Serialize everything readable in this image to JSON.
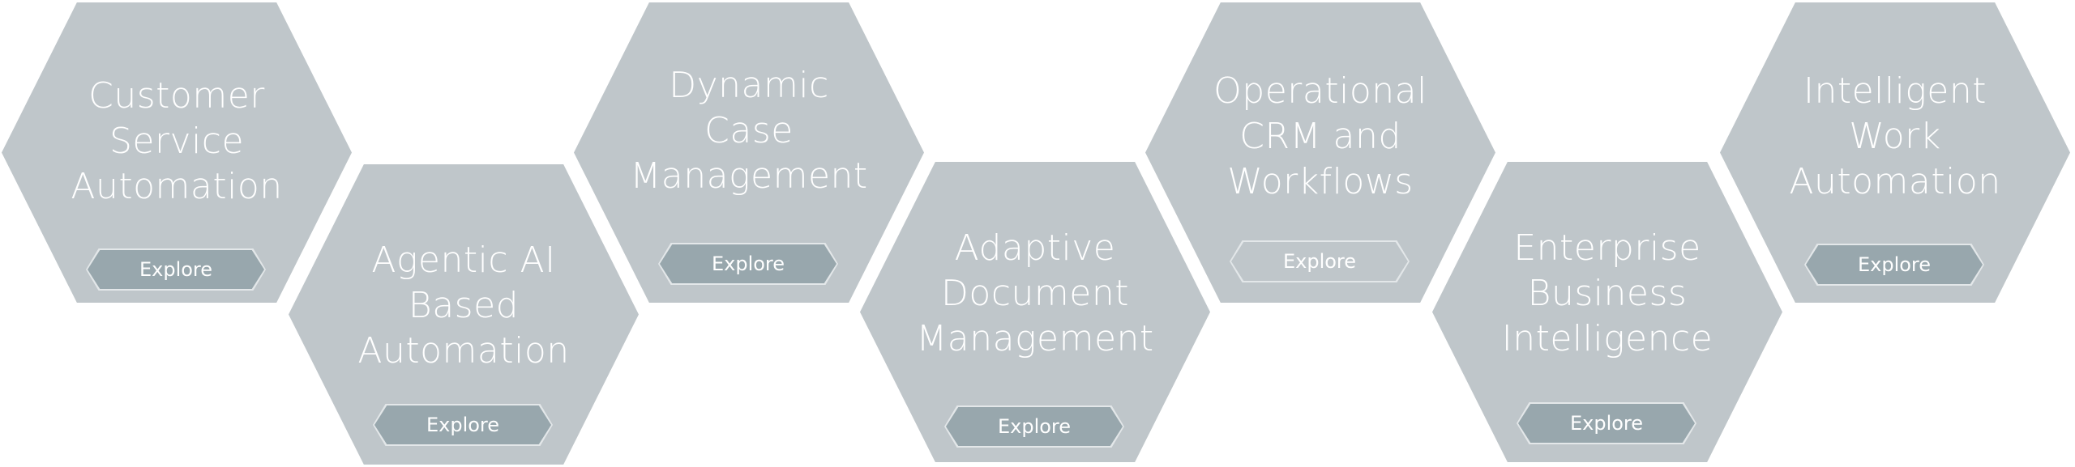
{
  "colors": {
    "hexagon": "#bfc6ca",
    "button_fill": "#98a7ad",
    "button_border": "#e3e7e9",
    "text": "#ffffff",
    "background": "#ffffff"
  },
  "cards": [
    {
      "title_lines": [
        "Customer",
        "Service",
        "Automation"
      ],
      "button_label": "Explore",
      "button_style": "filled"
    },
    {
      "title_lines": [
        "Agentic AI",
        "Based",
        "Automation"
      ],
      "button_label": "Explore",
      "button_style": "filled"
    },
    {
      "title_lines": [
        "Dynamic",
        "Case",
        "Management"
      ],
      "button_label": "Explore",
      "button_style": "filled"
    },
    {
      "title_lines": [
        "Adaptive",
        "Document",
        "Management"
      ],
      "button_label": "Explore",
      "button_style": "filled"
    },
    {
      "title_lines": [
        "Operational",
        "CRM and",
        "Workflows"
      ],
      "button_label": "Explore",
      "button_style": "outline"
    },
    {
      "title_lines": [
        "Enterprise",
        "Business",
        "Intelligence"
      ],
      "button_label": "Explore",
      "button_style": "filled"
    },
    {
      "title_lines": [
        "Intelligent",
        "Work",
        "Automation"
      ],
      "button_label": "Explore",
      "button_style": "filled"
    }
  ]
}
